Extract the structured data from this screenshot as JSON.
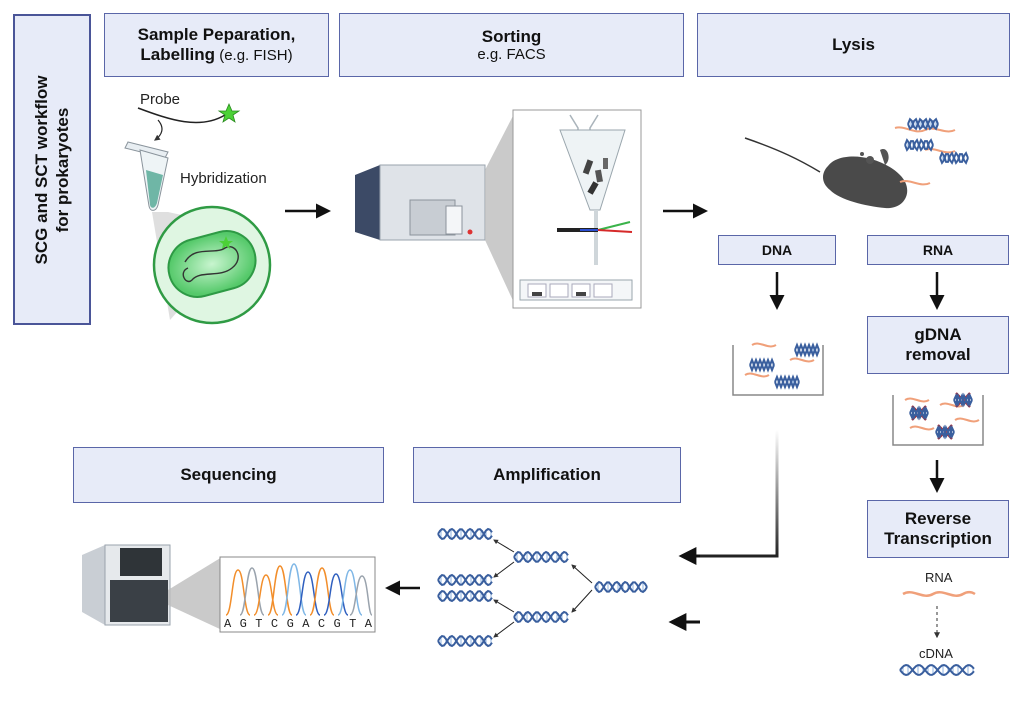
{
  "side_title": {
    "line1": "SCG and SCT workflow",
    "line2": "for prokaryotes"
  },
  "steps": {
    "sample_prep": {
      "title_line1": "Sample Peparation,",
      "title_bold": "Labelling",
      "title_normal": " (e.g. FISH)"
    },
    "sorting": {
      "title": "Sorting",
      "subtitle": "e.g. FACS"
    },
    "lysis": {
      "title": "Lysis"
    },
    "dna": {
      "title": "DNA"
    },
    "rna": {
      "title": "RNA"
    },
    "gdna_removal": {
      "line1": "gDNA",
      "line2": "removal"
    },
    "reverse_transcription": {
      "line1": "Reverse",
      "line2": "Transcription"
    },
    "amplification": {
      "title": "Amplification"
    },
    "sequencing": {
      "title": "Sequencing"
    }
  },
  "labels": {
    "probe": "Probe",
    "hybridization": "Hybridization",
    "rna": "RNA",
    "cdna": "cDNA"
  },
  "sequence": [
    "A",
    "G",
    "T",
    "C",
    "G",
    "A",
    "C",
    "G",
    "T",
    "A"
  ],
  "colors": {
    "box_fill": "#e7ebf8",
    "box_border": "#5a66a8",
    "dna_blue": "#3a5f9e",
    "rna_salmon": "#f0a07a",
    "cell_green": "#7fd98a",
    "fluor_green": "#4cd137"
  }
}
